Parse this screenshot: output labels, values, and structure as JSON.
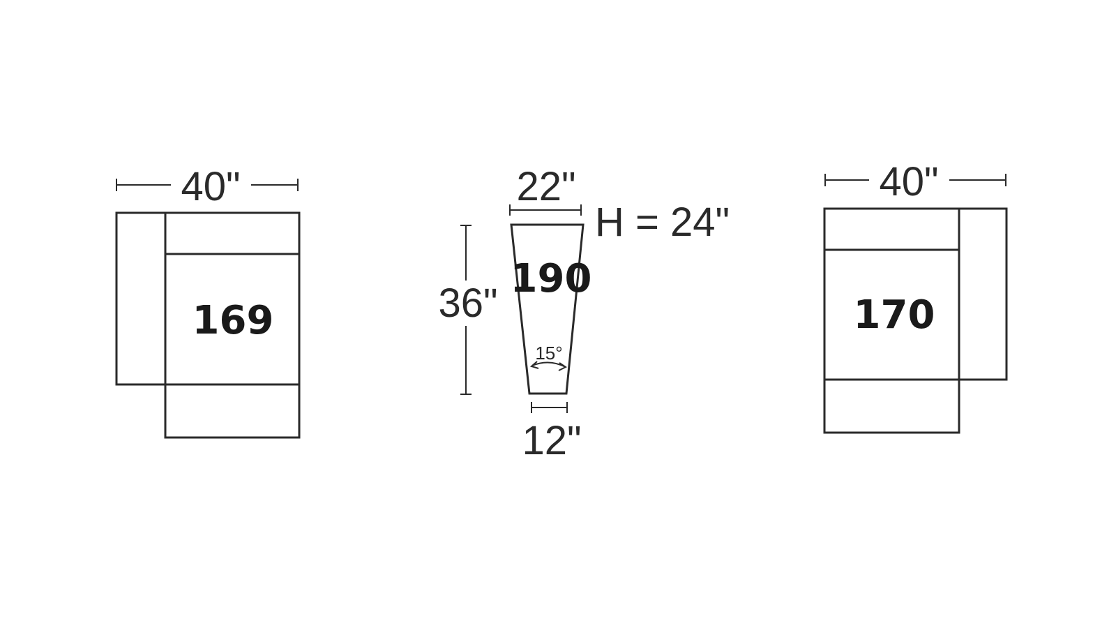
{
  "pieces": [
    {
      "model": "169",
      "width_label": "40\""
    },
    {
      "model": "190",
      "top_width_label": "22\"",
      "depth_label": "36\"",
      "bottom_width_label": "12\"",
      "height_label": "H = 24\"",
      "angle_label": "15°"
    },
    {
      "model": "170",
      "width_label": "40\""
    }
  ]
}
